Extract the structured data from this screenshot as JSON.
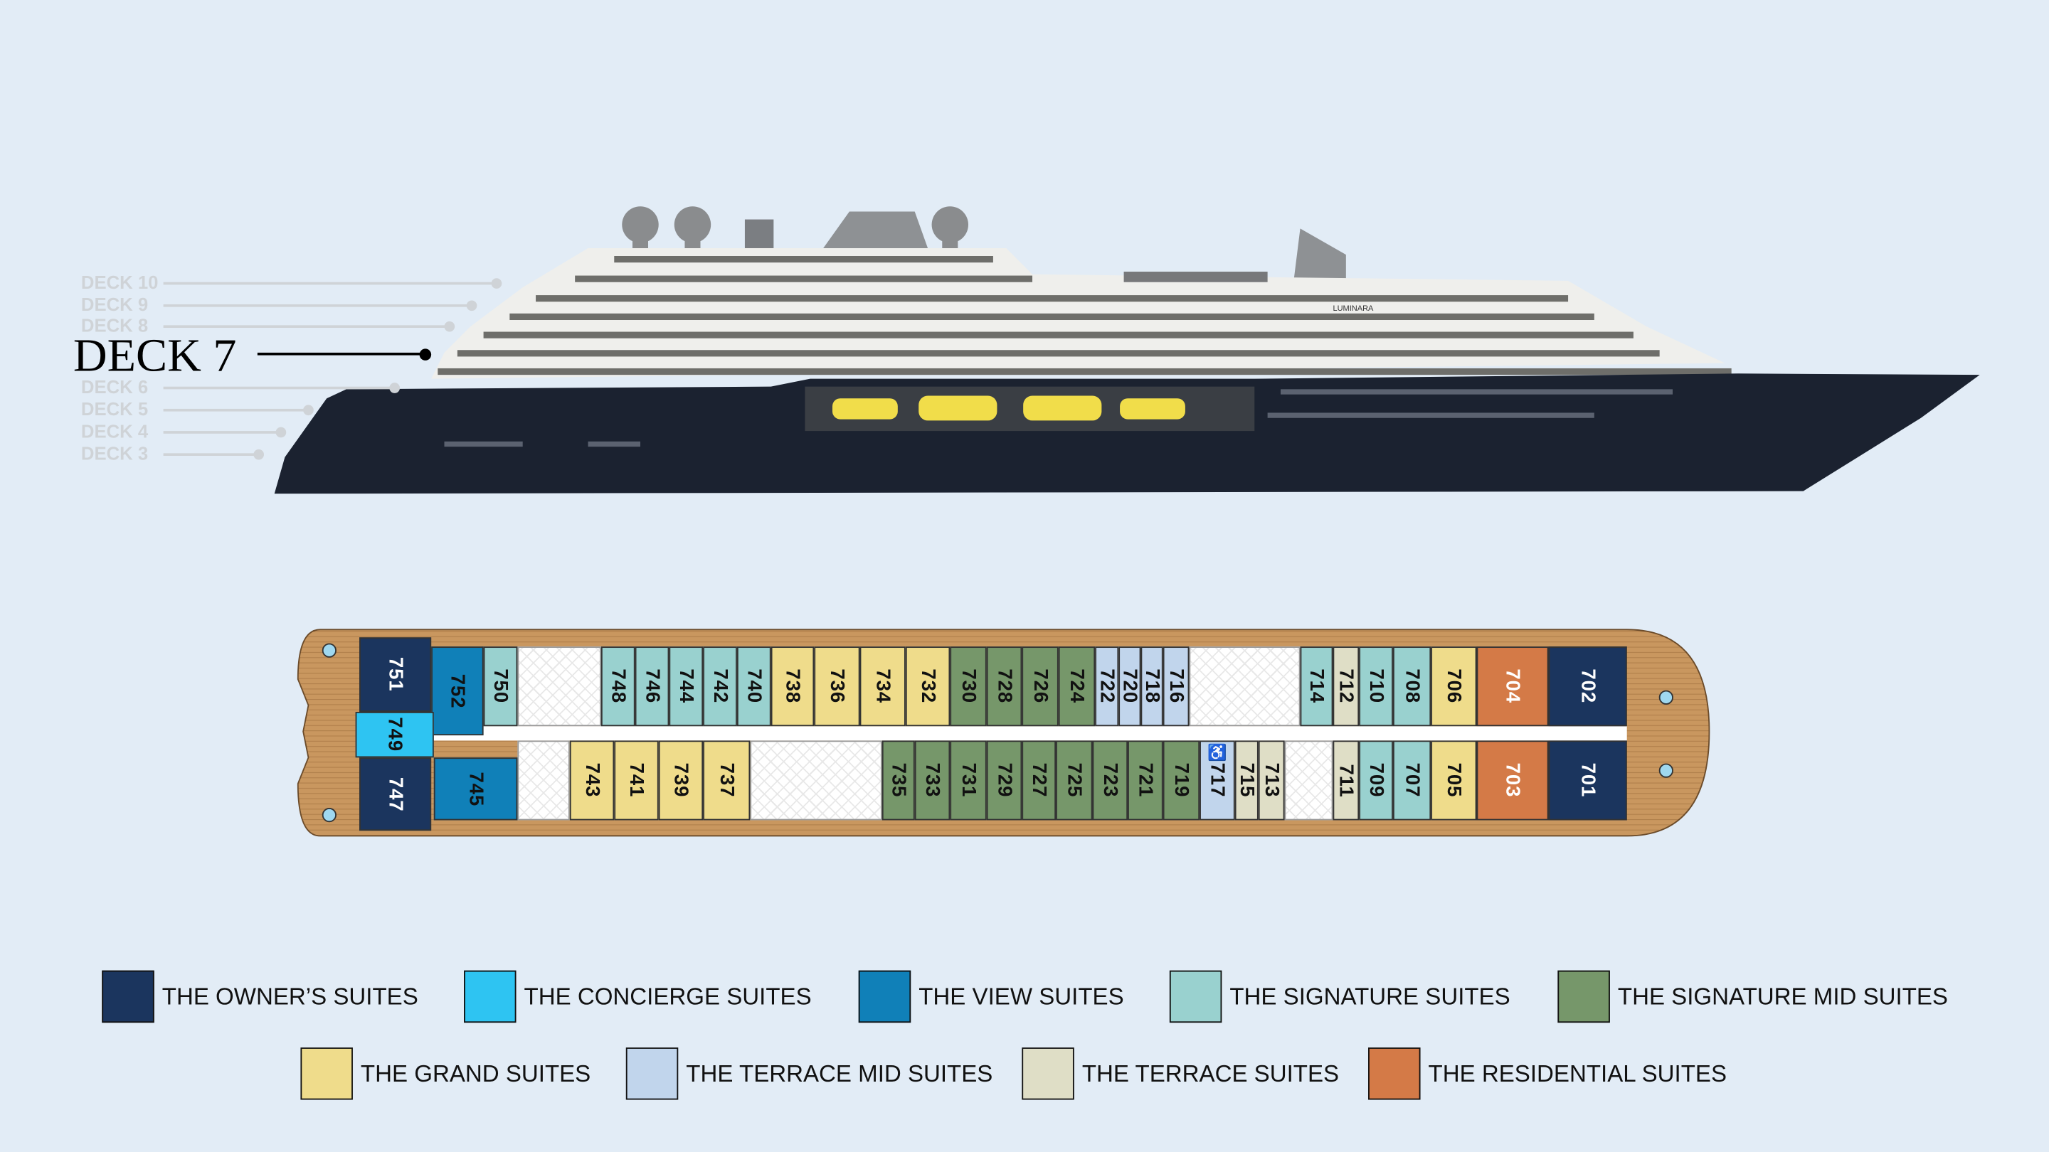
{
  "current_deck": "DECK 7",
  "other_decks": [
    "DECK 10",
    "DECK 9",
    "DECK 8",
    "DECK 6",
    "DECK 5",
    "DECK 4",
    "DECK 3"
  ],
  "ship_name": "LUMINARA",
  "colors": {
    "owner": "#1b355e",
    "concierge": "#2ec4f2",
    "view": "#1080b8",
    "signature": "#99d1cf",
    "signature_mid": "#76976a",
    "grand": "#efdc8b",
    "terrace_mid": "#c1d5ec",
    "terrace": "#dfdec6",
    "residential": "#d47a47",
    "deck_wood": "#c9975f",
    "background": "#e2ecf6"
  },
  "cabins_top": [
    {
      "number": "751",
      "type": "owner"
    },
    {
      "number": "752",
      "type": "view"
    },
    {
      "number": "750",
      "type": "signature"
    },
    {
      "number": "748",
      "type": "signature"
    },
    {
      "number": "746",
      "type": "signature"
    },
    {
      "number": "744",
      "type": "signature"
    },
    {
      "number": "742",
      "type": "signature"
    },
    {
      "number": "740",
      "type": "signature"
    },
    {
      "number": "738",
      "type": "grand"
    },
    {
      "number": "736",
      "type": "grand"
    },
    {
      "number": "734",
      "type": "grand"
    },
    {
      "number": "732",
      "type": "grand"
    },
    {
      "number": "730",
      "type": "signature_mid"
    },
    {
      "number": "728",
      "type": "signature_mid"
    },
    {
      "number": "726",
      "type": "signature_mid"
    },
    {
      "number": "724",
      "type": "signature_mid"
    },
    {
      "number": "722",
      "type": "terrace_mid"
    },
    {
      "number": "720",
      "type": "terrace_mid"
    },
    {
      "number": "718",
      "type": "terrace_mid"
    },
    {
      "number": "716",
      "type": "terrace_mid"
    },
    {
      "number": "714",
      "type": "signature"
    },
    {
      "number": "712",
      "type": "terrace"
    },
    {
      "number": "710",
      "type": "signature"
    },
    {
      "number": "708",
      "type": "signature"
    },
    {
      "number": "706",
      "type": "grand"
    },
    {
      "number": "704",
      "type": "residential"
    },
    {
      "number": "702",
      "type": "owner"
    }
  ],
  "cabins_bottom": [
    {
      "number": "749",
      "type": "concierge"
    },
    {
      "number": "747",
      "type": "owner"
    },
    {
      "number": "745",
      "type": "view"
    },
    {
      "number": "743",
      "type": "grand"
    },
    {
      "number": "741",
      "type": "grand"
    },
    {
      "number": "739",
      "type": "grand"
    },
    {
      "number": "737",
      "type": "grand"
    },
    {
      "number": "735",
      "type": "signature_mid"
    },
    {
      "number": "733",
      "type": "signature_mid"
    },
    {
      "number": "731",
      "type": "signature_mid"
    },
    {
      "number": "729",
      "type": "signature_mid"
    },
    {
      "number": "727",
      "type": "signature_mid"
    },
    {
      "number": "725",
      "type": "signature_mid"
    },
    {
      "number": "723",
      "type": "signature_mid"
    },
    {
      "number": "721",
      "type": "signature_mid"
    },
    {
      "number": "719",
      "type": "signature_mid"
    },
    {
      "number": "717",
      "type": "terrace_mid",
      "accessible": true
    },
    {
      "number": "715",
      "type": "terrace"
    },
    {
      "number": "713",
      "type": "terrace"
    },
    {
      "number": "711",
      "type": "terrace"
    },
    {
      "number": "709",
      "type": "signature"
    },
    {
      "number": "707",
      "type": "signature"
    },
    {
      "number": "705",
      "type": "grand"
    },
    {
      "number": "703",
      "type": "residential"
    },
    {
      "number": "701",
      "type": "owner"
    }
  ],
  "legend": [
    {
      "type": "owner",
      "label": "THE OWNER’S SUITES"
    },
    {
      "type": "concierge",
      "label": "THE CONCIERGE SUITES"
    },
    {
      "type": "view",
      "label": "THE VIEW SUITES"
    },
    {
      "type": "signature",
      "label": "THE SIGNATURE SUITES"
    },
    {
      "type": "signature_mid",
      "label": "THE SIGNATURE MID SUITES"
    },
    {
      "type": "grand",
      "label": "THE GRAND SUITES"
    },
    {
      "type": "terrace_mid",
      "label": "THE TERRACE MID SUITES"
    },
    {
      "type": "terrace",
      "label": "THE TERRACE SUITES"
    },
    {
      "type": "residential",
      "label": "THE RESIDENTIAL SUITES"
    }
  ]
}
